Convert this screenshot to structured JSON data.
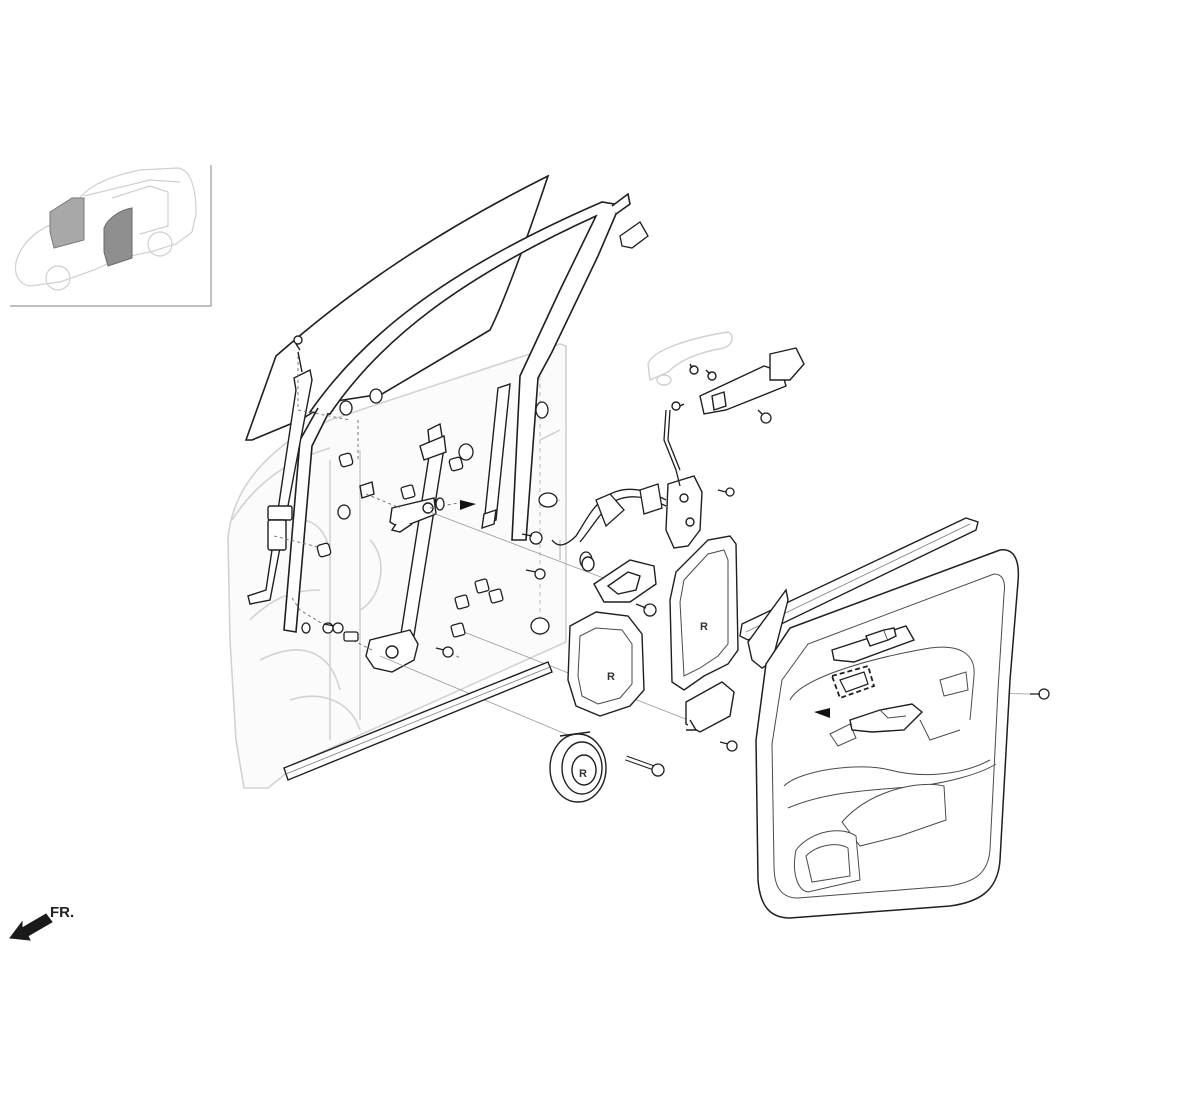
{
  "diagram": {
    "direction_label": "FR.",
    "panel_marks": [
      "R",
      "R",
      "R"
    ],
    "colors": {
      "line": "#1f1f1f",
      "light_line": "#c4c4c4",
      "faded_line": "#d6d6d6",
      "fill": "#ffffff",
      "shade": "#efefef"
    }
  }
}
